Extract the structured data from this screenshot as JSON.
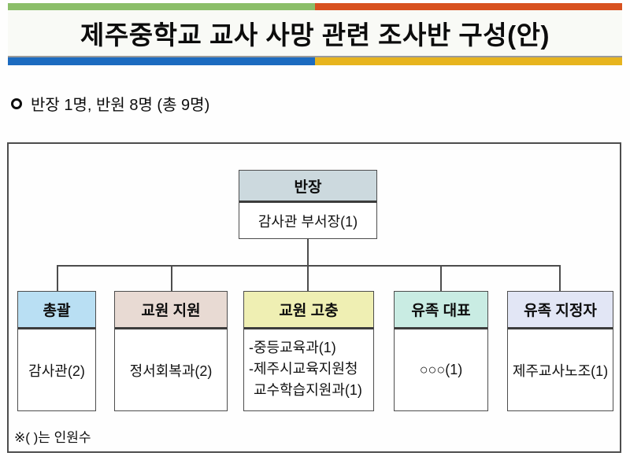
{
  "banner": {
    "title": "제주중학교 교사 사망 관련 조사반 구성(안)",
    "colors": {
      "top_left_green": "#8bbe69",
      "top_right_orange": "#d8511f",
      "bottom_left_blue": "#1c6bc0",
      "bottom_right_yellow": "#e7b41e",
      "panel_background": "#f9faf6"
    }
  },
  "summary": {
    "bullet_icon": "hollow-circle",
    "text": "반장 1명, 반원 8명 (총 9명)"
  },
  "org_chart": {
    "root": {
      "title": "반장",
      "member": "감사관 부서장(1)",
      "header_color": "#ccd9de"
    },
    "branches": [
      {
        "title": "총괄",
        "header_color": "#b9dff3",
        "members": [
          "감사관(2)"
        ]
      },
      {
        "title": "교원 지원",
        "header_color": "#e8dad3",
        "members": [
          "정서회복과(2)"
        ]
      },
      {
        "title": "교원 고충",
        "header_color": "#efefb3",
        "members": [
          "-중등교육과(1)",
          "-제주시교육지원청",
          "교수학습지원과(1)"
        ]
      },
      {
        "title": "유족 대표",
        "header_color": "#c9ece3",
        "members": [
          "○○○(1)"
        ]
      },
      {
        "title": "유족 지정자",
        "header_color": "#e2e6f5",
        "members": [
          "제주교사노조(1)"
        ]
      }
    ],
    "footnote": "※( )는 인원수"
  }
}
